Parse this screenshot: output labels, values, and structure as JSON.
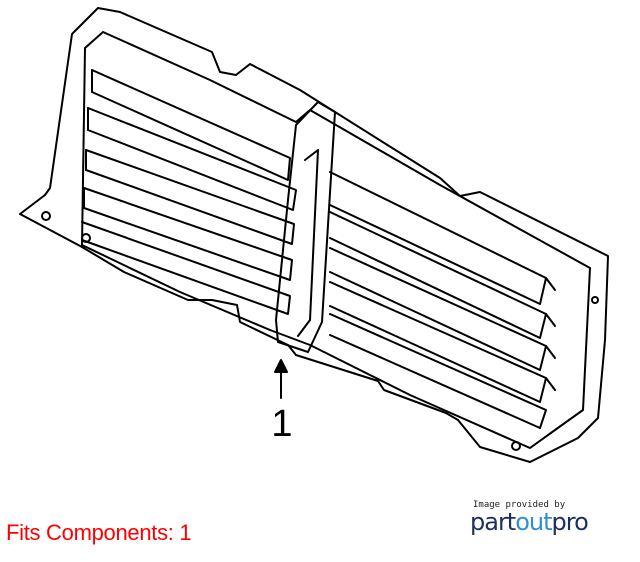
{
  "diagram": {
    "callout_number": "1"
  },
  "footer": {
    "fits_label": "Fits Components: 1"
  },
  "logo": {
    "caption": "Image provided by",
    "word_part1": "part",
    "word_part2": "out",
    "word_part3": "pro"
  },
  "colors": {
    "fits_text": "#ff0000",
    "logo_dark": "#1c2f5e",
    "logo_light": "#2f8fd6"
  }
}
